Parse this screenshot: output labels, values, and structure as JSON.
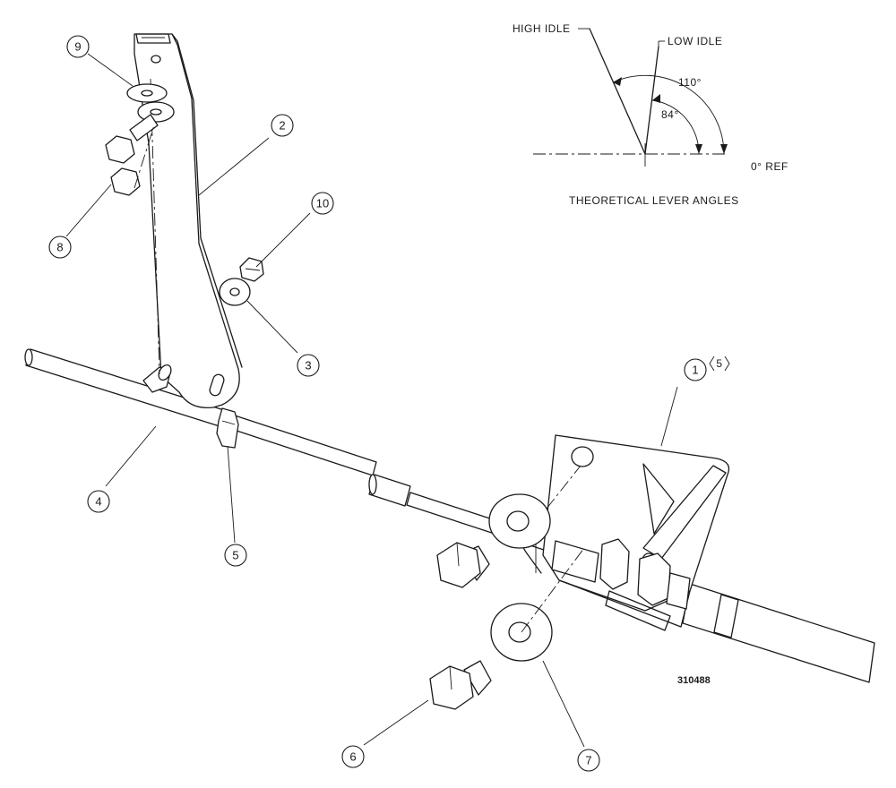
{
  "angle_diagram": {
    "high_idle": "HIGH IDLE",
    "low_idle": "LOW IDLE",
    "angle_high": "110°",
    "angle_low": "84°",
    "zero_ref": "0° REF",
    "caption": "THEORETICAL LEVER ANGLES"
  },
  "callouts": [
    {
      "number": "1"
    },
    {
      "number": "2"
    },
    {
      "number": "3"
    },
    {
      "number": "4"
    },
    {
      "number": "5"
    },
    {
      "number": "6"
    },
    {
      "number": "7"
    },
    {
      "number": "8"
    },
    {
      "number": "9"
    },
    {
      "number": "10"
    }
  ],
  "quantity_note": "5",
  "figure_number": "310488"
}
